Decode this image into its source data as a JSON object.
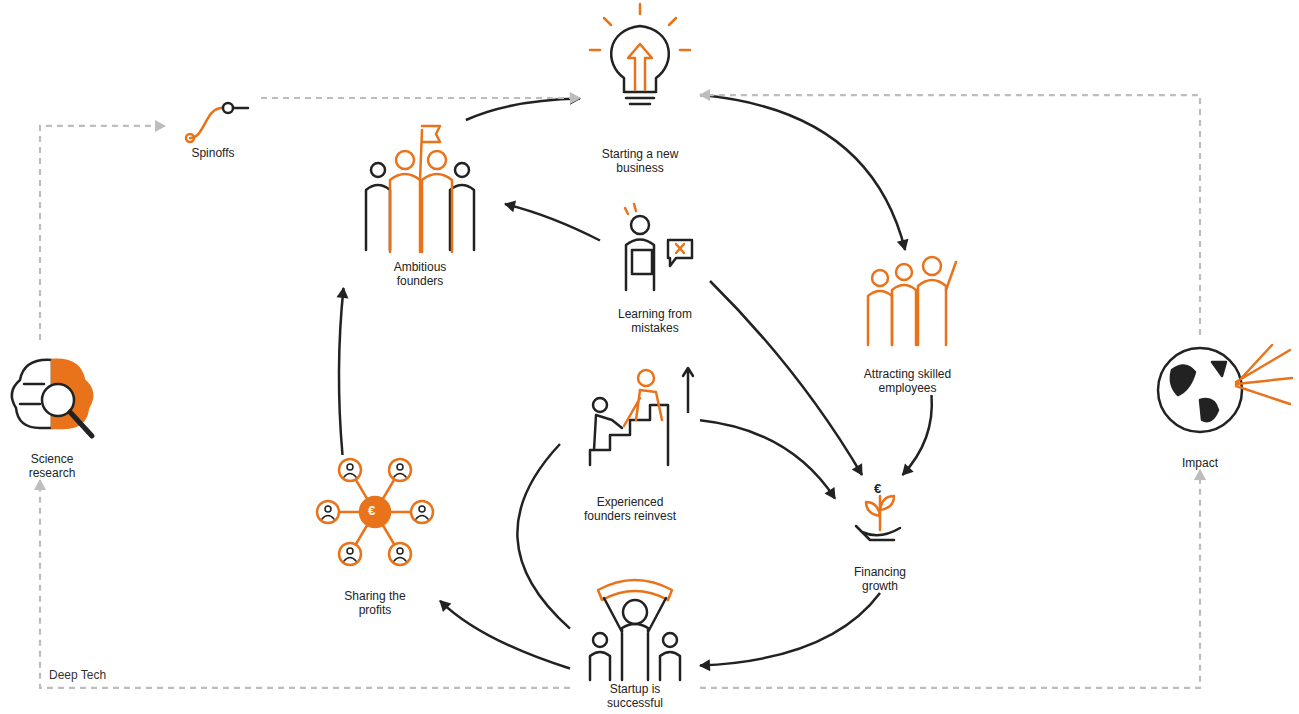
{
  "diagram": {
    "nodes": [
      {
        "text": [
          "Spinoffs"
        ]
      },
      {
        "text": [
          "Starting a new business"
        ]
      },
      {
        "text": [
          "Ambitious founders"
        ]
      },
      {
        "text": [
          "Learning from mistakes"
        ]
      },
      {
        "text": [
          "Attracting skilled employees"
        ]
      },
      {
        "text": [
          "Science research"
        ]
      },
      {
        "text": [
          "Experienced founders reinvest"
        ]
      },
      {
        "text": [
          "Impact"
        ]
      },
      {
        "text": [
          "Financing growth"
        ]
      },
      {
        "text": [
          "Sharing the profits"
        ]
      },
      {
        "text": [
          "Startup is successful"
        ]
      }
    ],
    "edges": [
      {
        "from": 2,
        "to": 1,
        "arrow": "to"
      },
      {
        "from": 1,
        "to": 4,
        "arrow": "to"
      },
      {
        "from": 4,
        "to": 8,
        "arrow": "to"
      },
      {
        "from": 8,
        "to": 10,
        "arrow": "to"
      },
      {
        "from": 10,
        "to": 9,
        "arrow": "to"
      },
      {
        "from": 9,
        "to": 2,
        "arrow": "to"
      },
      {
        "from": 3,
        "to": 2,
        "arrow": "to"
      },
      {
        "from": 3,
        "to": 8,
        "arrow": "to"
      },
      {
        "from": 6,
        "to": 8,
        "arrow": "to"
      },
      {
        "from": 10,
        "to": 6,
        "arrow": "none"
      },
      {
        "from": 5,
        "to": 0,
        "arrow": "to"
      },
      {
        "from": 0,
        "to": 1,
        "arrow": "to"
      },
      {
        "from": 10,
        "to": 7,
        "arrow": "to"
      },
      {
        "from": 7,
        "to": 1,
        "arrow": "to"
      },
      {
        "from": 10,
        "to": 5,
        "label": "Deep Tech",
        "arrow": "to"
      }
    ],
    "labels": [
      "€",
      "€"
    ]
  }
}
